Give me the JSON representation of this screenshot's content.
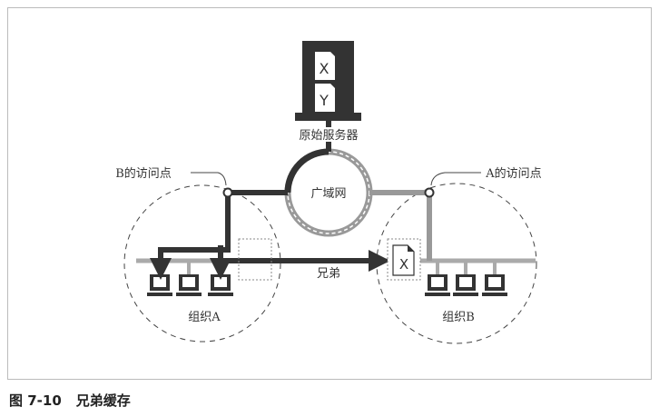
{
  "server": {
    "label": "原始服务器",
    "doc1": "X",
    "doc2": "Y"
  },
  "wan": {
    "label": "广域网"
  },
  "access_points": {
    "b": "B的访问点",
    "a": "A的访问点"
  },
  "org_a": "组织A",
  "org_b": "组织B",
  "sibling": "兄弟",
  "cached_doc": "X",
  "caption": {
    "number": "图 7-10",
    "title": "兄弟缓存"
  }
}
